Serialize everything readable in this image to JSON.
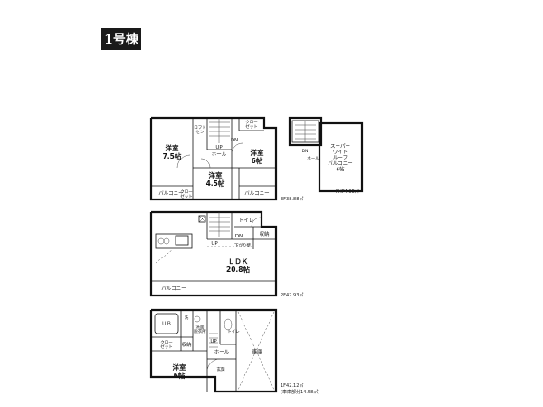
{
  "title": "1号棟",
  "floor3": {
    "room_a_name": "洋室",
    "room_a_size": "7.5帖",
    "room_b_name": "洋室",
    "room_b_size": "4.5帖",
    "room_c_name": "洋室",
    "room_c_size": "6帖",
    "closet_a": "クロー\nゼット",
    "closet_top": "クロー\nゼット",
    "closet_left": "ロフト\nセン",
    "closet_small": "クロー\nゼット",
    "hall": "ホール",
    "up": "UP",
    "dn": "DN",
    "balcony_left": "バルコニー",
    "balcony_right": "バルコニー",
    "area": "3F38.88㎡"
  },
  "penthouse": {
    "dn": "DN",
    "hall": "ホール",
    "balcony_label": "スーパー\nワイド\nルーフ\nバルコニー\n6帖",
    "area": "PHF4.05㎡"
  },
  "floor2": {
    "toilet": "トイレ",
    "storage": "収納",
    "up": "UP",
    "dn": "DN",
    "ldk_name": "ＬＤＫ",
    "ldk_size": "20.8帖",
    "balcony": "バルコニー",
    "ceiling_note": "下がり壁",
    "area": "2F42.93㎡"
  },
  "floor1": {
    "ub": "ＵＢ",
    "wash": "洗",
    "washroom": "洗面\n脱衣所",
    "closet": "クロー\nゼット",
    "storage": "収納",
    "up": "UP",
    "hall": "ホール",
    "toilet": "トイレ",
    "garage": "車庫",
    "room_name": "洋室",
    "room_size": "6帖",
    "entrance": "玄関",
    "area": "1F42.12㎡",
    "garage_area": "(車庫部分14.58㎡)"
  }
}
